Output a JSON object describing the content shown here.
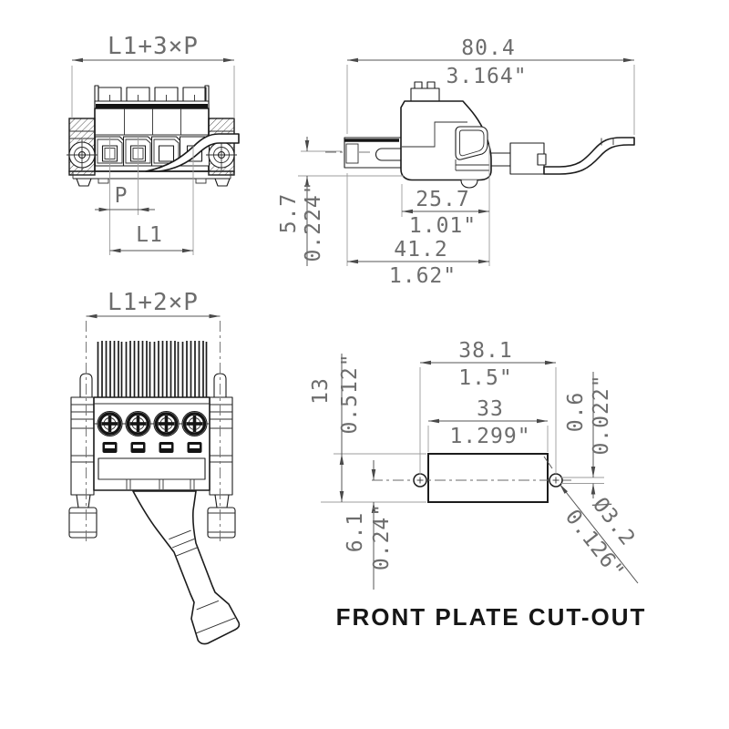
{
  "drawing": {
    "title": "FRONT PLATE CUT-OUT",
    "front_view": {
      "dim_total": "L1+3×P",
      "dim_pitch": "P",
      "dim_l1": "L1"
    },
    "side_view": {
      "total": {
        "mm": "80.4",
        "inch": "3.164\""
      },
      "pin_offset": {
        "mm": "5.7",
        "inch": "0.224\""
      },
      "body_depth": {
        "mm": "25.7",
        "inch": "1.01\""
      },
      "overall_depth": {
        "mm": "41.2",
        "inch": "1.62\""
      }
    },
    "top_view": {
      "dim_total": "L1+2×P"
    },
    "cutout_view": {
      "hole_spacing": {
        "mm": "38.1",
        "inch": "1.5\""
      },
      "slot_width": {
        "mm": "33",
        "inch": "1.299\""
      },
      "slot_height": {
        "mm": "13",
        "inch": "0.512\""
      },
      "center_height": {
        "mm": "6.1",
        "inch": "0.24\""
      },
      "hole_offset": {
        "mm": "0.6",
        "inch": "0.022\""
      },
      "hole_diameter": {
        "mm": "Ø3.2",
        "inch": "0.126\""
      }
    }
  }
}
